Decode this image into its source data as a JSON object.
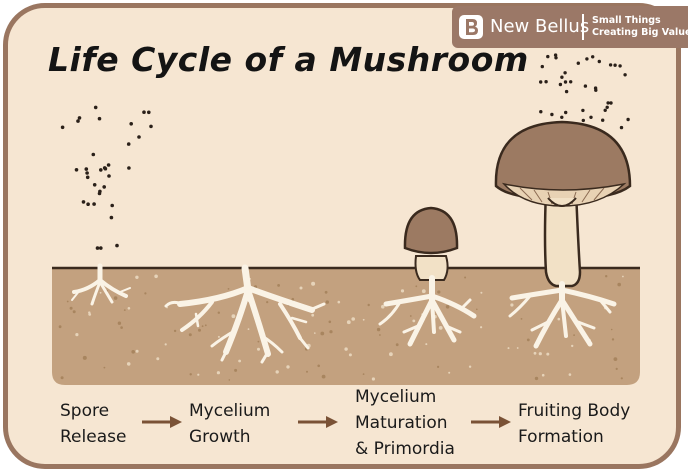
{
  "title": "Life Cycle of a Mushroom",
  "brand": {
    "name": "New Bellus",
    "tagline_line1": "Small Things",
    "tagline_line2": "Creating Big Value"
  },
  "stages": [
    {
      "lines": [
        "Spore",
        "Release"
      ]
    },
    {
      "lines": [
        "Mycelium",
        "Growth"
      ]
    },
    {
      "lines": [
        "Mycelium",
        "Maturation",
        "& Primordia"
      ]
    },
    {
      "lines": [
        "Fruiting Body",
        "Formation"
      ]
    }
  ],
  "colors": {
    "frame": "#9a7660",
    "background": "#f6e6d2",
    "soil": "#c3a17f",
    "mycelium": "#faf3e6",
    "mushroom_cap": "#9c7a62",
    "stem": "#f2e1c6",
    "arrow": "#7a5236",
    "brand_bar": "#9b7867"
  },
  "icons": [
    "logo-icon",
    "arrow-right-icon"
  ]
}
